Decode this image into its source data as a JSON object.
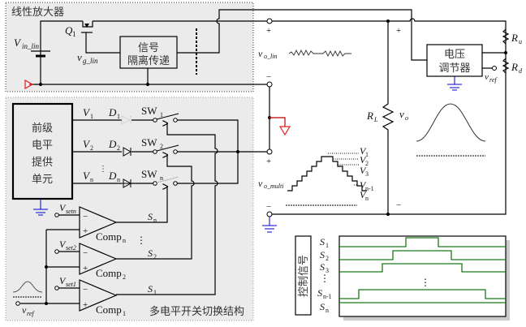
{
  "linear_amp": {
    "title": "线性放大器",
    "vin_label": "V",
    "vin_sub": "in_lin",
    "q1_label": "Q",
    "q1_sub": "1",
    "vg_label": "v",
    "vg_sub": "g_lin",
    "isolation_line1": "信号",
    "isolation_line2": "隔离传递"
  },
  "multilevel": {
    "title": "多电平开关切换结构",
    "source_box": [
      "前级",
      "电平",
      "提供",
      "单元"
    ],
    "branches": [
      {
        "v": "V",
        "v_sub": "1",
        "d": "D",
        "d_sub": "1",
        "sw": "SW",
        "sw_sub": "1"
      },
      {
        "v": "V",
        "v_sub": "2",
        "d": "D",
        "d_sub": "2",
        "sw": "SW",
        "sw_sub": "2"
      },
      {
        "v": "V",
        "v_sub": "n",
        "d": "D",
        "d_sub": "n",
        "sw": "SW",
        "sw_sub": "n"
      }
    ],
    "comparators": [
      {
        "name": "Comp",
        "sub": "n",
        "vset": "V",
        "vset_sub": "setn",
        "out": "S",
        "out_sub": "n"
      },
      {
        "name": "Comp",
        "sub": "2",
        "vset": "V",
        "vset_sub": "set2",
        "out": "S",
        "out_sub": "2"
      },
      {
        "name": "Comp",
        "sub": "1",
        "vset": "V",
        "vset_sub": "set1",
        "out": "S",
        "out_sub": "1"
      }
    ],
    "minus_sign": "−",
    "plus_sign": "+",
    "vref_label": "v",
    "vref_sub": "ref"
  },
  "output": {
    "vo_lin": "v",
    "vo_lin_sub": "o_lin",
    "vo_multi": "v",
    "vo_multi_sub": "o_multi",
    "rl": "R",
    "rl_sub": "L",
    "vo": "v",
    "vo_sub": "o",
    "ru": "R",
    "ru_sub": "u",
    "rd": "R",
    "rd_sub": "d",
    "regulator_line1": "电压",
    "regulator_line2": "调节器",
    "vref": "v",
    "vref_sub": "ref",
    "plus": "+",
    "minus": "−",
    "stair_levels": [
      {
        "l": "V",
        "s": "1"
      },
      {
        "l": "V",
        "s": "2"
      },
      {
        "l": "V",
        "s": "3"
      },
      {
        "l": "V",
        "s": "n-1"
      },
      {
        "l": "V",
        "s": "n"
      }
    ]
  },
  "control_signals": {
    "title": "控制信号",
    "signals": [
      {
        "l": "S",
        "s": "1"
      },
      {
        "l": "S",
        "s": "2"
      },
      {
        "l": "S",
        "s": "3"
      },
      {
        "l": "S",
        "s": "n-1"
      },
      {
        "l": "S",
        "s": "n"
      }
    ],
    "trace_color": "#1a7a1a"
  },
  "colors": {
    "ground": "#0000cc",
    "signal_ground": "#e02020",
    "panel": "#ebebeb"
  }
}
